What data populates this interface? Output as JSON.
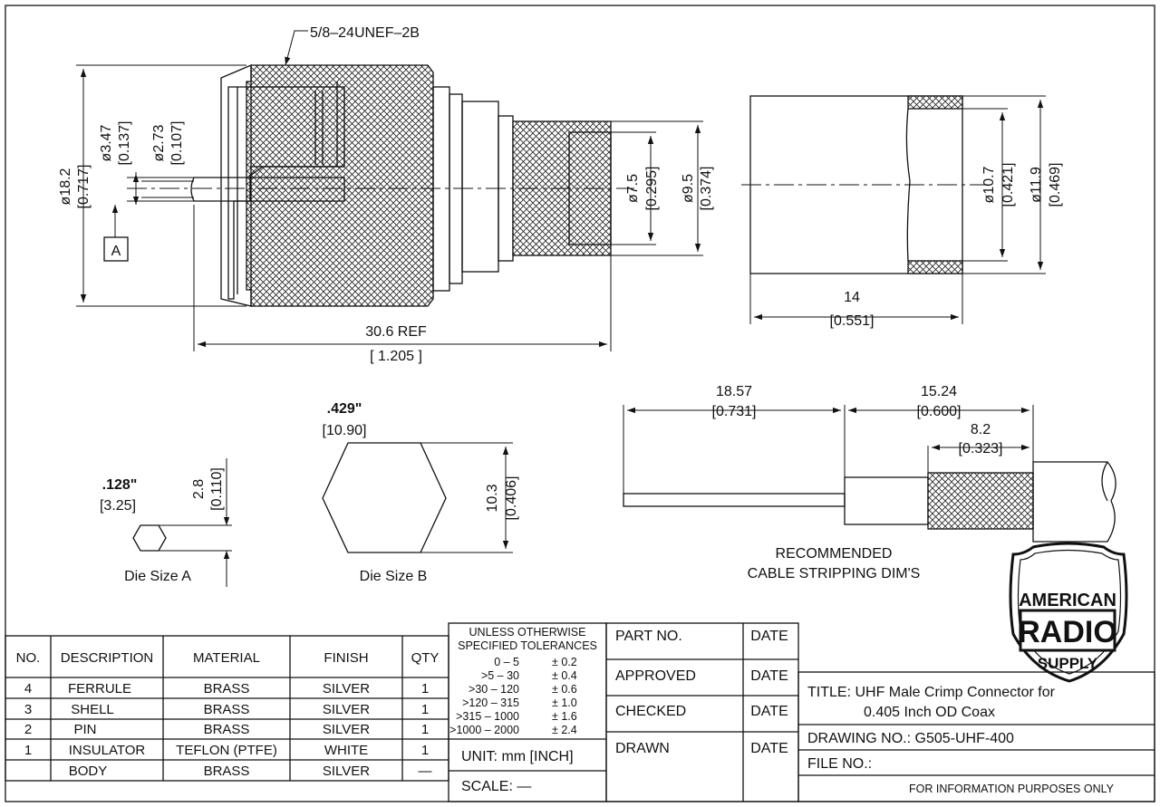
{
  "drawing": {
    "thread_callout": "5/8–24UNEF–2B",
    "dia_18_2": "ø18.2",
    "dia_18_2_in": "[0.717]",
    "dia_3_47": "ø3.47",
    "dia_3_47_in": "[0.137]",
    "dia_2_73": "ø2.73",
    "dia_2_73_in": "[0.107]",
    "datum": "A",
    "dia_7_5": "ø7.5",
    "dia_7_5_in": "[0.295]",
    "dia_9_5": "ø9.5",
    "dia_9_5_in": "[0.374]",
    "length_ref": "30.6  REF",
    "length_ref_in": "[ 1.205 ]",
    "ferrule_dia_10_7": "ø10.7",
    "ferrule_dia_10_7_in": "[0.421]",
    "ferrule_dia_11_9": "ø11.9",
    "ferrule_dia_11_9_in": "[0.469]",
    "ferrule_len": "14",
    "ferrule_len_in": "[0.551]"
  },
  "dies": {
    "a_size": ".128\"",
    "a_size_mm": "[3.25]",
    "a_height": "2.8",
    "a_height_in": "[0.110]",
    "a_label": "Die  Size  A",
    "b_size": ".429\"",
    "b_size_mm": "[10.90]",
    "b_height": "10.3",
    "b_height_in": "[0.406]",
    "b_label": "Die  Size  B"
  },
  "stripping": {
    "dim_1": "18.57",
    "dim_1_in": "[0.731]",
    "dim_2": "15.24",
    "dim_2_in": "[0.600]",
    "dim_3": "8.2",
    "dim_3_in": "[0.323]",
    "caption_1": "RECOMMENDED",
    "caption_2": "CABLE STRIPPING DIM'S"
  },
  "logo": {
    "line1": "AMERICAN",
    "line2": "RADIO",
    "line3": "SUPPLY"
  },
  "bom": {
    "headers": [
      "NO.",
      "DESCRIPTION",
      "MATERIAL",
      "FINISH",
      "QTY"
    ],
    "rows": [
      [
        "4",
        "FERRULE",
        "BRASS",
        "SILVER",
        "1"
      ],
      [
        "3",
        "SHELL",
        "BRASS",
        "SILVER",
        "1"
      ],
      [
        "2",
        "PIN",
        "BRASS",
        "SILVER",
        "1"
      ],
      [
        "1",
        "INSULATOR",
        "TEFLON (PTFE)",
        "WHITE",
        "1"
      ],
      [
        "",
        "BODY",
        "BRASS",
        "SILVER",
        "—"
      ]
    ]
  },
  "tolerances": {
    "title_1": "UNLESS OTHERWISE",
    "title_2": "SPECIFIED TOLERANCES",
    "rows": [
      [
        "0 – 5",
        "± 0.2"
      ],
      [
        ">5 – 30",
        "± 0.4"
      ],
      [
        ">30 – 120",
        "± 0.6"
      ],
      [
        ">120 – 315",
        "± 1.0"
      ],
      [
        ">315 – 1000",
        "± 1.6"
      ],
      [
        ">1000 – 2000",
        "± 2.4"
      ]
    ],
    "unit": "UNIT:  mm [INCH]",
    "scale": "SCALE:  —"
  },
  "signoff": {
    "part_no": "PART NO.",
    "approved": "APPROVED",
    "checked": "CHECKED",
    "drawn": "DRAWN",
    "date": "DATE"
  },
  "title_block": {
    "title_line1": "TITLE:  UHF Male Crimp Connector for",
    "title_line2": "0.405 Inch OD Coax",
    "drawing_no": "DRAWING NO.:   G505-UHF-400",
    "file_no": "FILE NO.:",
    "footer": "FOR INFORMATION PURPOSES ONLY"
  }
}
